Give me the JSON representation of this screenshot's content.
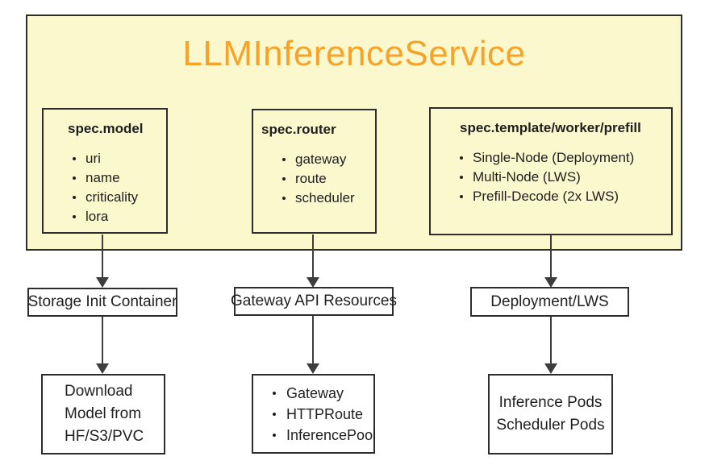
{
  "diagram": {
    "title": "LLMInferenceService",
    "colors": {
      "container_fill": "#FCF8CE",
      "title_text": "#F7A329",
      "border": "#2D2D2D",
      "arrow": "#3D3D3D",
      "text": "#1F1F1F"
    },
    "spec_boxes": [
      {
        "header": "spec.model",
        "items": [
          "uri",
          "name",
          "criticality",
          "lora"
        ]
      },
      {
        "header": "spec.router",
        "items": [
          "gateway",
          "route",
          "scheduler"
        ]
      },
      {
        "header": "spec.template/worker/prefill",
        "items": [
          "Single-Node (Deployment)",
          "Multi-Node (LWS)",
          "Prefill-Decode (2x LWS)"
        ]
      }
    ],
    "mid_boxes": [
      {
        "label": "Storage Init Container"
      },
      {
        "label": "Gateway API Resources"
      },
      {
        "label": "Deployment/LWS"
      }
    ],
    "bottom_boxes": {
      "download": {
        "lines": [
          "Download",
          "Model from",
          "HF/S3/PVC"
        ]
      },
      "gateway_resources": {
        "items": [
          "Gateway",
          "HTTPRoute",
          "InferencePool"
        ]
      },
      "pods": {
        "lines": [
          "Inference Pods",
          "Scheduler Pods"
        ]
      }
    }
  }
}
